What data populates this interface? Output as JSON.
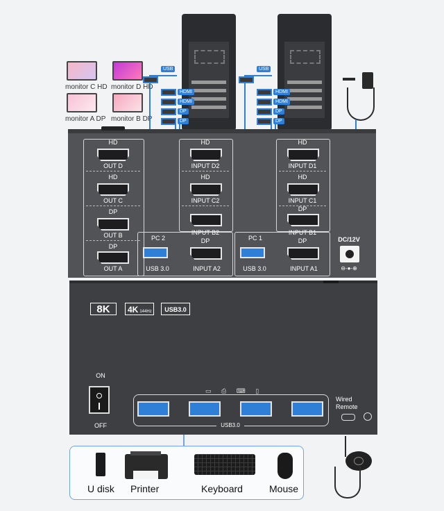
{
  "monitors": [
    {
      "label": "monitor C HD"
    },
    {
      "label": "monitor D HD"
    },
    {
      "label": "monitor A DP"
    },
    {
      "label": "monitor B DP"
    }
  ],
  "pc_cables": {
    "usb_tag": "USB",
    "hdmi_tag": "HDMI",
    "dp_tag": "DP"
  },
  "back_panel": {
    "out": {
      "hd1": "HD",
      "out_d": "OUT D",
      "hd2": "HD",
      "out_c": "OUT C",
      "dp1": "DP",
      "out_b": "OUT B",
      "dp2": "DP",
      "out_a": "OUT A"
    },
    "pc2": {
      "hd1": "HD",
      "input_d2": "INPUT D2",
      "hd2": "HD",
      "input_c2": "INPUT C2",
      "dp1": "DP",
      "input_b2": "INPUT B2",
      "pc_label": "PC 2",
      "dp2": "DP",
      "usb_label": "USB 3.0",
      "input_a2": "INPUT A2"
    },
    "pc1": {
      "hd1": "HD",
      "input_d1": "INPUT D1",
      "hd2": "HD",
      "input_c1": "INPUT C1",
      "dp1": "DP",
      "input_b1": "INPUT B1",
      "pc_label": "PC 1",
      "dp2": "DP",
      "usb_label": "USB 3.0",
      "input_a1": "INPUT A1"
    },
    "power": {
      "label": "DC/12V",
      "polarity": "⊖-●-⊕"
    }
  },
  "front_panel": {
    "badges": [
      "8K",
      "4K",
      "USB3.0"
    ],
    "badge_sub": "144Hz",
    "power_on": "ON",
    "power_off": "OFF",
    "usb_label": "USB3.0",
    "wired_remote": "Wired\nRemote"
  },
  "peripherals": [
    {
      "label": "U disk"
    },
    {
      "label": "Printer"
    },
    {
      "label": "Keyboard"
    },
    {
      "label": "Mouse"
    }
  ],
  "colors": {
    "accent": "#2f7fd6",
    "panel": "#525356",
    "front": "#3e3f42"
  }
}
